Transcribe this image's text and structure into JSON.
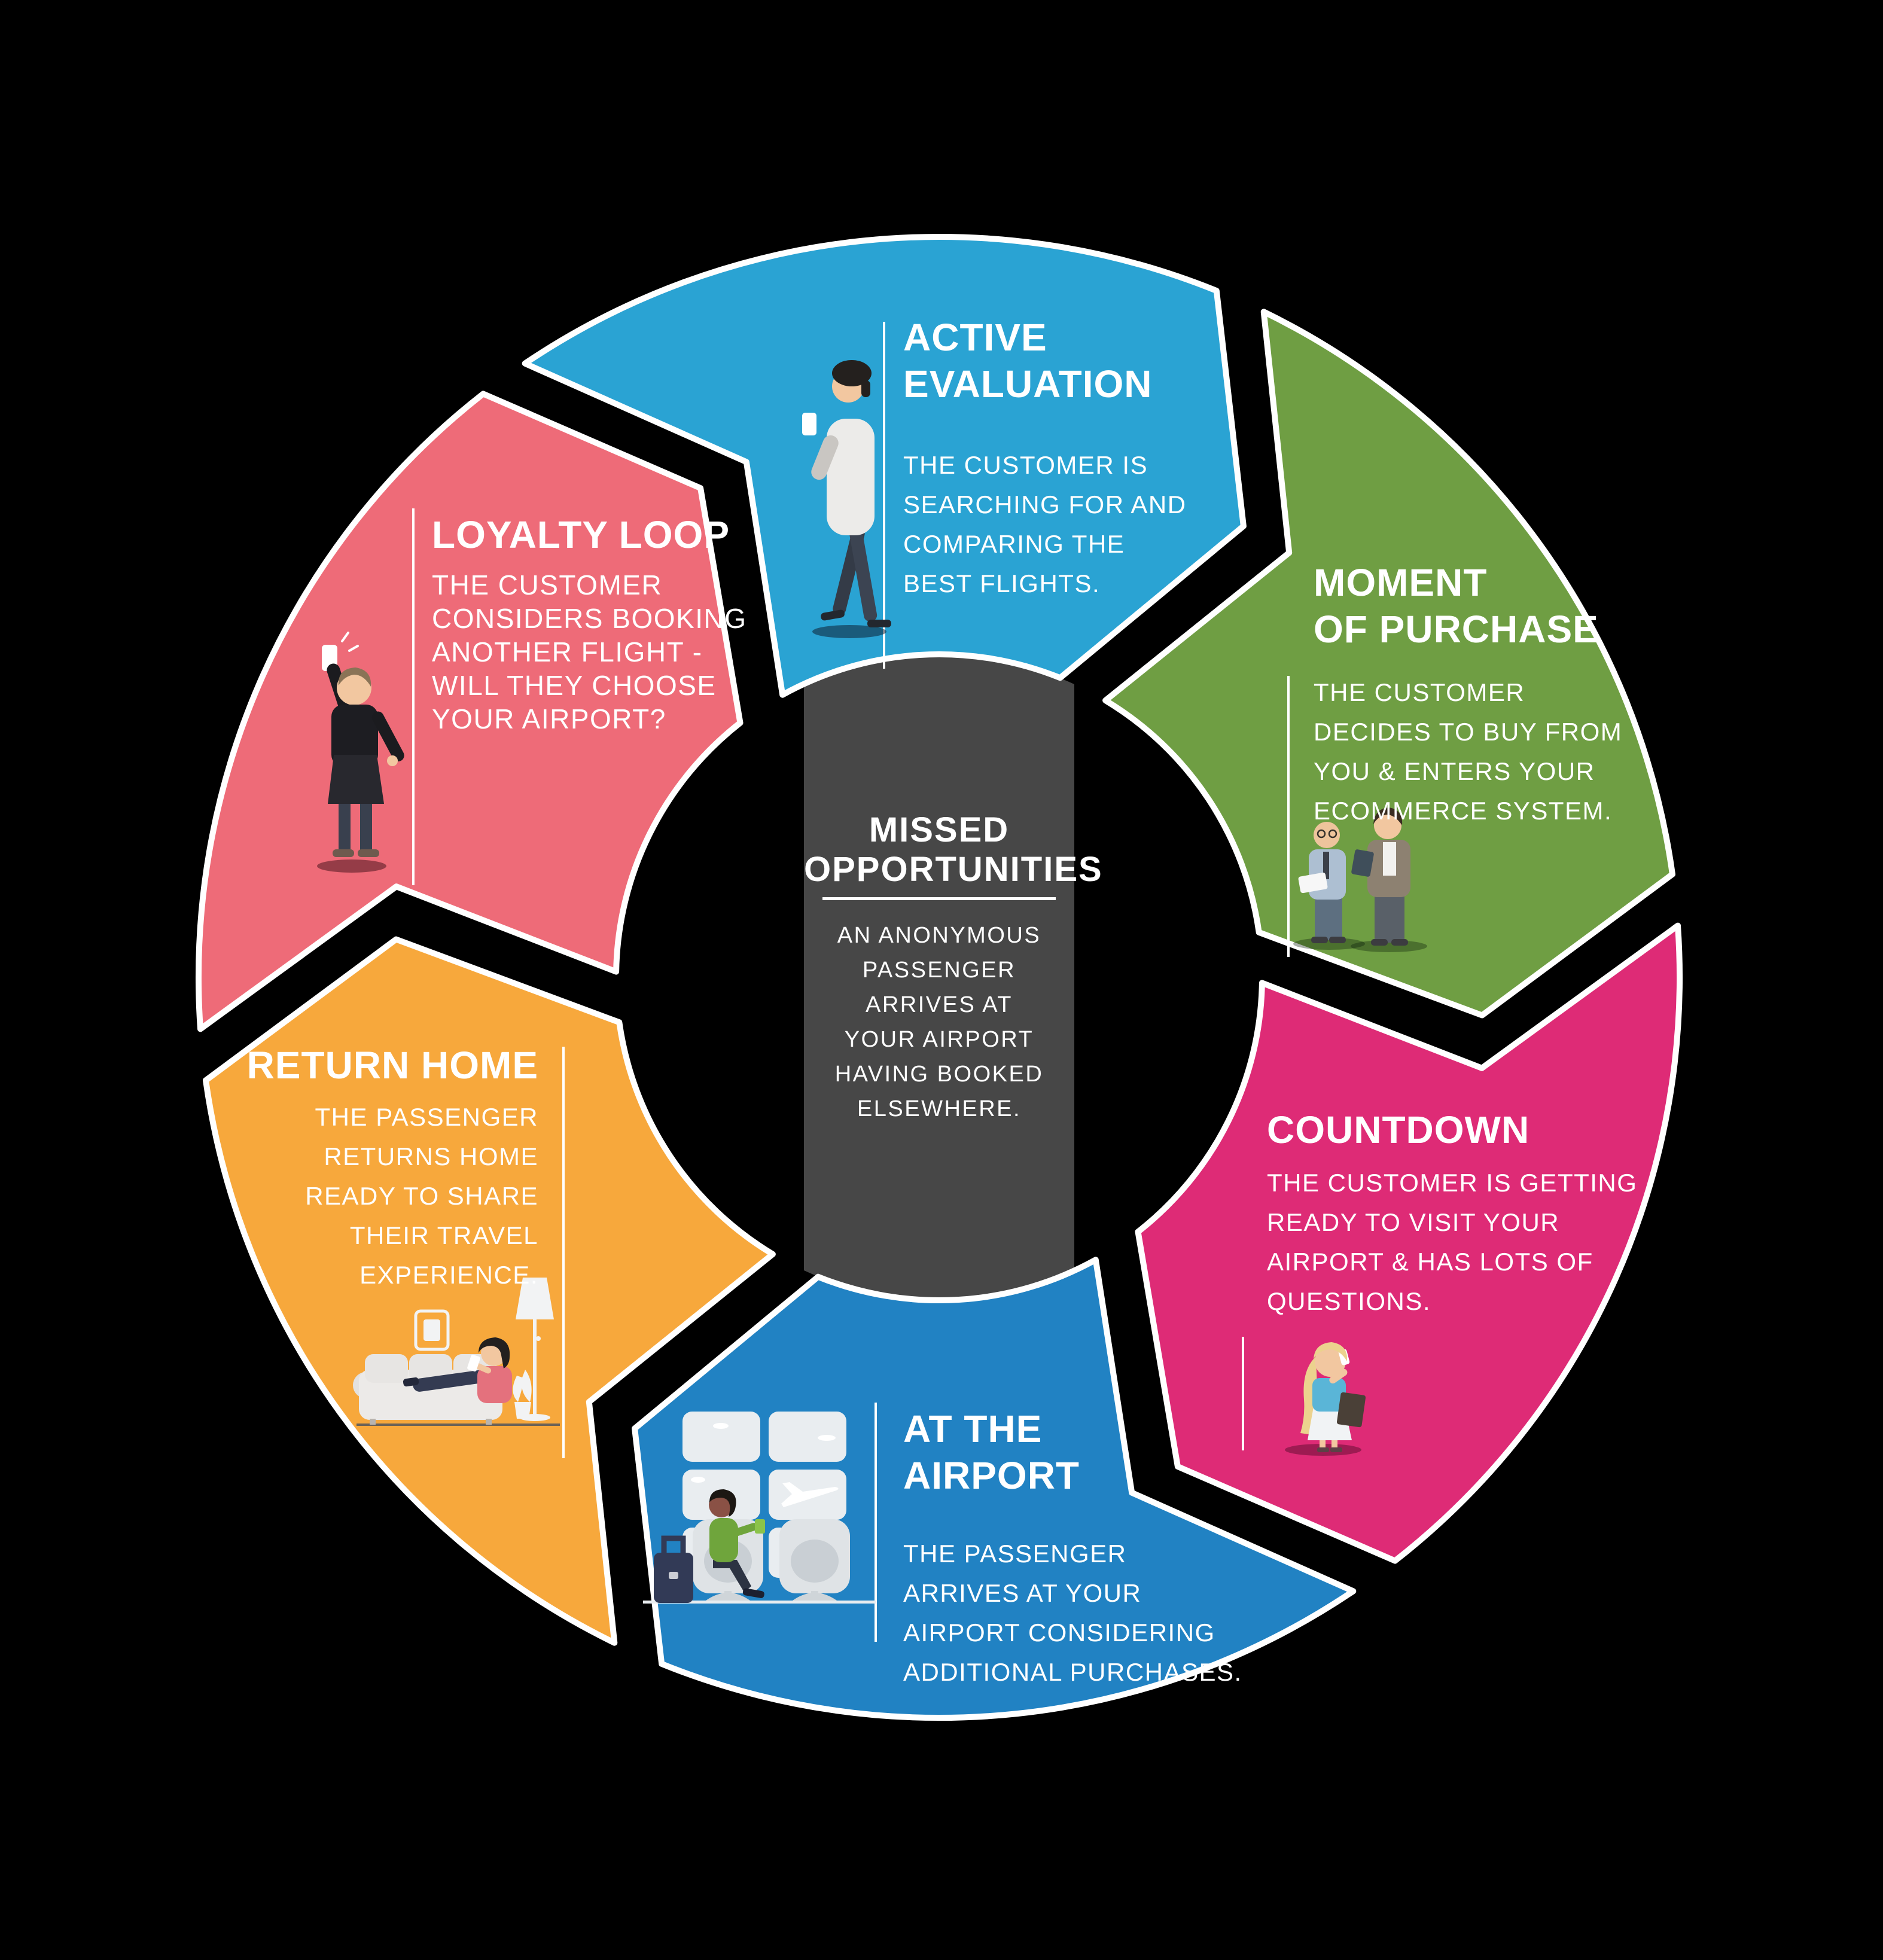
{
  "background_color": "#000000",
  "stroke_color": "#FFFFFF",
  "center": {
    "heading": "MISSED\nOPPORTUNITIES",
    "body": "AN ANONYMOUS\nPASSENGER\nARRIVES AT\nYOUR AIRPORT\nHAVING BOOKED\nELSEWHERE.",
    "panel_color": "#474747"
  },
  "segments": [
    {
      "id": "active-evaluation",
      "heading": "ACTIVE\nEVALUATION",
      "body": "THE CUSTOMER IS\nSEARCHING FOR AND\nCOMPARING THE\nBEST FLIGHTS.",
      "color": "#2AA3D3",
      "illustration": "person-walking-with-phone-illustration"
    },
    {
      "id": "moment-of-purchase",
      "heading": "MOMENT\nOF PURCHASE",
      "body": "THE CUSTOMER\nDECIDES TO BUY FROM\nYOU & ENTERS YOUR\nECOMMERCE SYSTEM.",
      "color": "#6F9E43",
      "illustration": "two-people-discussing-illustration"
    },
    {
      "id": "countdown",
      "heading": "COUNTDOWN",
      "body": "THE CUSTOMER IS GETTING\nREADY TO VISIT YOUR\nAIRPORT & HAS LOTS OF\nQUESTIONS.",
      "color": "#DE2B76",
      "illustration": "woman-on-phone-illustration"
    },
    {
      "id": "at-the-airport",
      "heading": "AT THE\nAIRPORT",
      "body": "THE PASSENGER\nARRIVES AT YOUR\nAIRPORT CONSIDERING\nADDITIONAL PURCHASES.",
      "color": "#2182C3",
      "illustration": "passenger-waiting-at-gate-illustration"
    },
    {
      "id": "return-home",
      "heading": "RETURN HOME",
      "body": "THE PASSENGER\nRETURNS HOME\nREADY TO SHARE\nTHEIR TRAVEL\nEXPERIENCE.",
      "color": "#F7A83C",
      "illustration": "person-relaxing-on-couch-illustration"
    },
    {
      "id": "loyalty-loop",
      "heading": "LOYALTY LOOP",
      "body": "THE CUSTOMER\nCONSIDERS BOOKING\nANOTHER FLIGHT -\nWILL THEY CHOOSE\nYOUR AIRPORT?",
      "color": "#EE6B78",
      "illustration": "man-taking-selfie-illustration"
    }
  ]
}
